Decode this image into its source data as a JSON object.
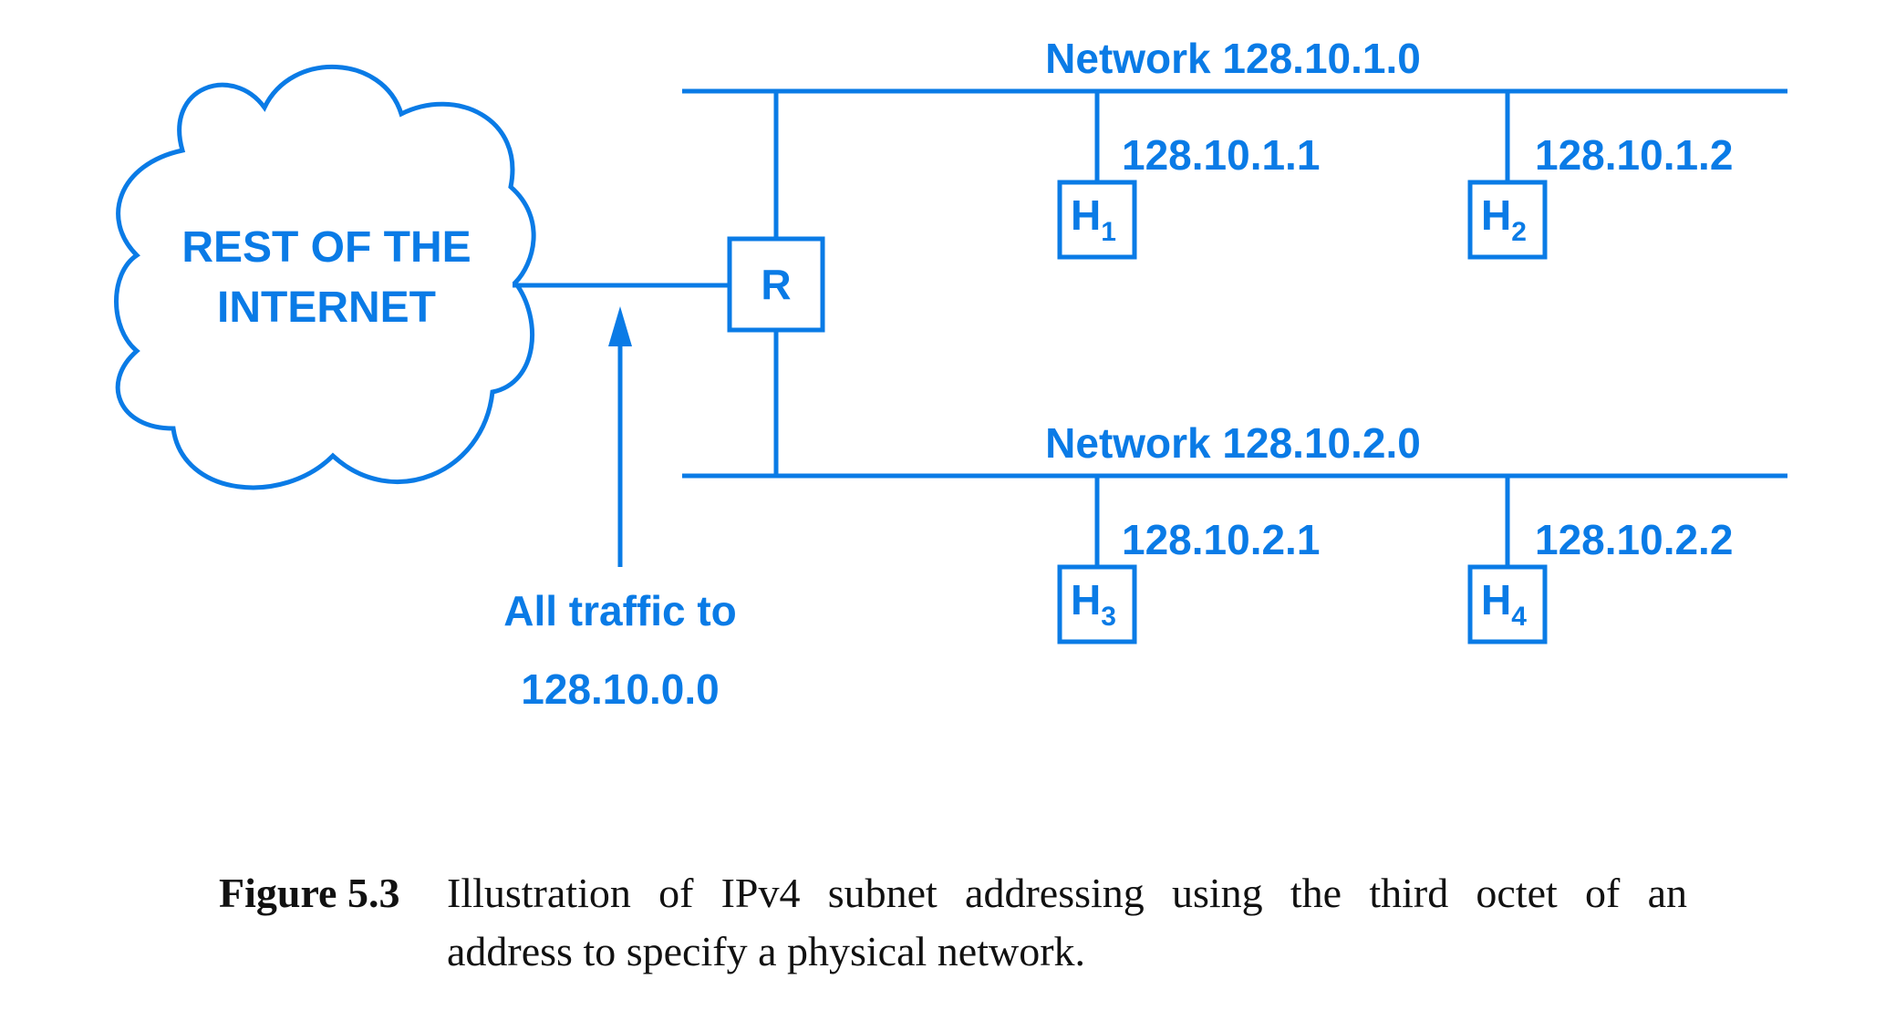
{
  "cloud": {
    "line1": "REST OF THE",
    "line2": "INTERNET"
  },
  "router": {
    "label": "R"
  },
  "networks": [
    {
      "label": "Network 128.10.1.0"
    },
    {
      "label": "Network 128.10.2.0"
    }
  ],
  "hosts": [
    {
      "name": "H",
      "sub": "1",
      "address": "128.10.1.1"
    },
    {
      "name": "H",
      "sub": "2",
      "address": "128.10.1.2"
    },
    {
      "name": "H",
      "sub": "3",
      "address": "128.10.2.1"
    },
    {
      "name": "H",
      "sub": "4",
      "address": "128.10.2.2"
    }
  ],
  "traffic": {
    "line1": "All traffic to",
    "line2": "128.10.0.0"
  },
  "caption": {
    "label": "Figure 5.3",
    "line1": "Illustration of IPv4 subnet addressing using the third octet of an",
    "line2": "address to specify a physical network."
  },
  "colors": {
    "diagram": "#0a7be6",
    "caption": "#111111"
  }
}
